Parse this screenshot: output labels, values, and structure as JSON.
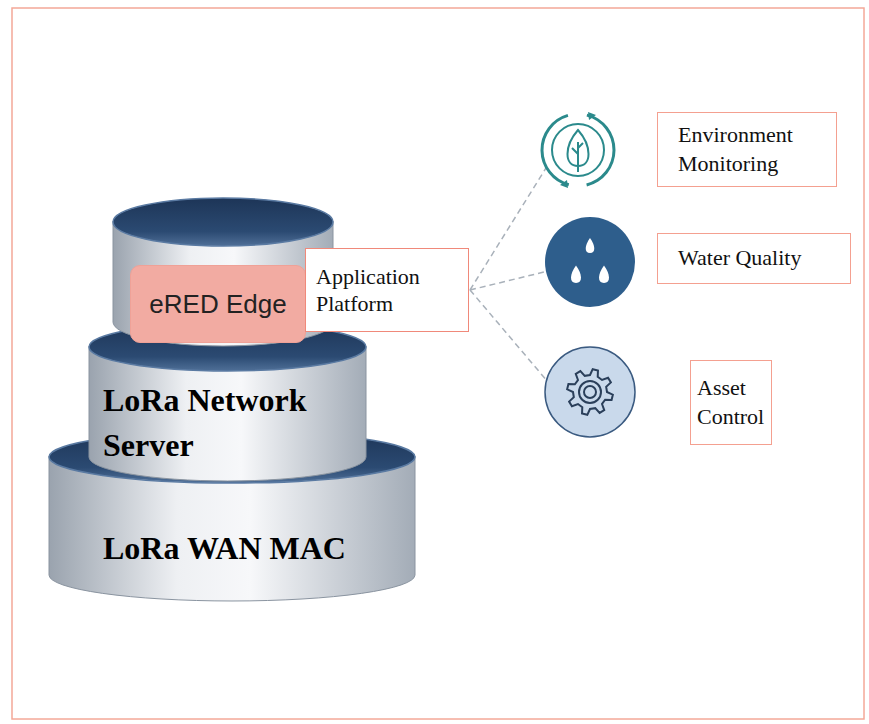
{
  "diagram": {
    "nodes": [
      {
        "text": [
          "eRED Edge"
        ]
      },
      {
        "text": [
          "Application Platform"
        ]
      },
      {
        "text": [
          "LoRa Network Server"
        ]
      },
      {
        "text": [
          "LoRa WAN MAC"
        ]
      },
      {
        "text": [
          "Environment Monitoring"
        ]
      },
      {
        "text": [
          "Water Quality"
        ]
      },
      {
        "text": [
          "Asset Control"
        ]
      }
    ]
  }
}
